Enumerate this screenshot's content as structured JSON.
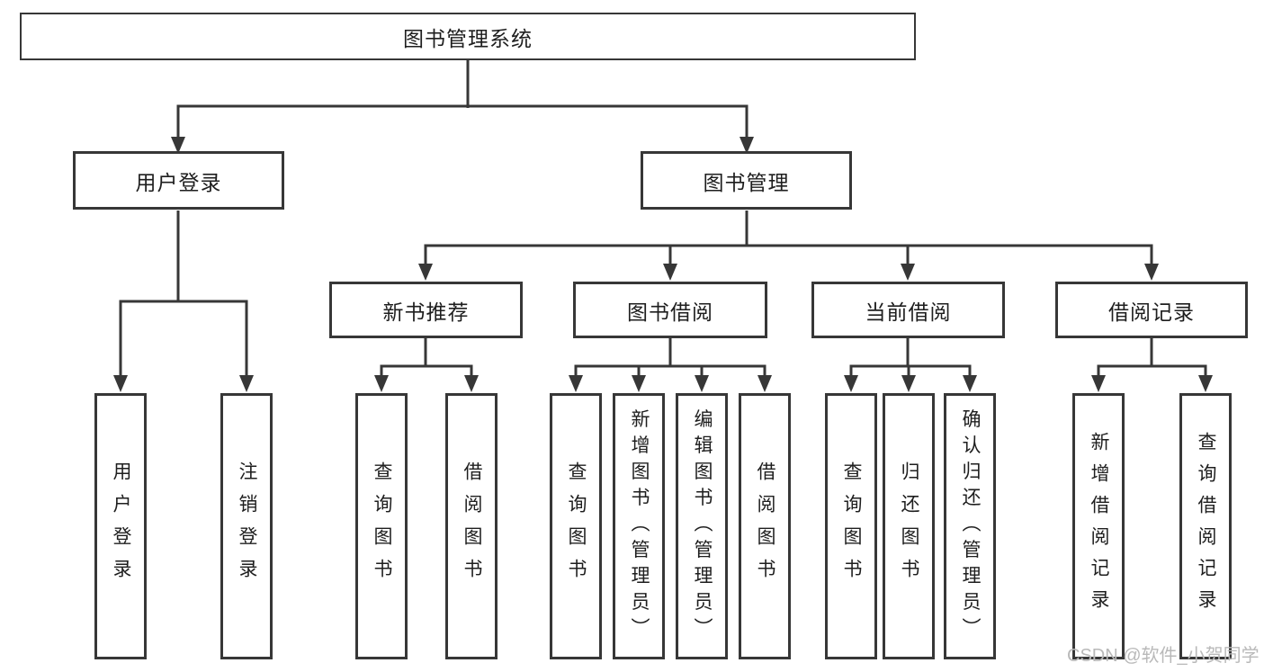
{
  "title": "图书管理系统",
  "level2": {
    "user_login": "用户登录",
    "book_mgmt": "图书管理"
  },
  "level3": {
    "new_books": "新书推荐",
    "book_borrow": "图书借阅",
    "current_borrow": "当前借阅",
    "borrow_records": "借阅记录"
  },
  "level4": {
    "user_login": [
      "用户登录",
      "注销登录"
    ],
    "new_books": [
      "查询图书",
      "借阅图书"
    ],
    "book_borrow": [
      "查询图书",
      "新增图书（管理员）",
      "编辑图书（管理员）",
      "借阅图书"
    ],
    "current_borrow": [
      "查询图书",
      "归还图书",
      "确认归还（管理员）"
    ],
    "borrow_records": [
      "新增借阅记录",
      "查询借阅记录"
    ]
  },
  "watermark": "CSDN @软件_小贺同学",
  "colors": {
    "line": "#373737",
    "text": "#1e1e1e",
    "watermark": "#b9b9b9",
    "background": "#ffffff"
  }
}
